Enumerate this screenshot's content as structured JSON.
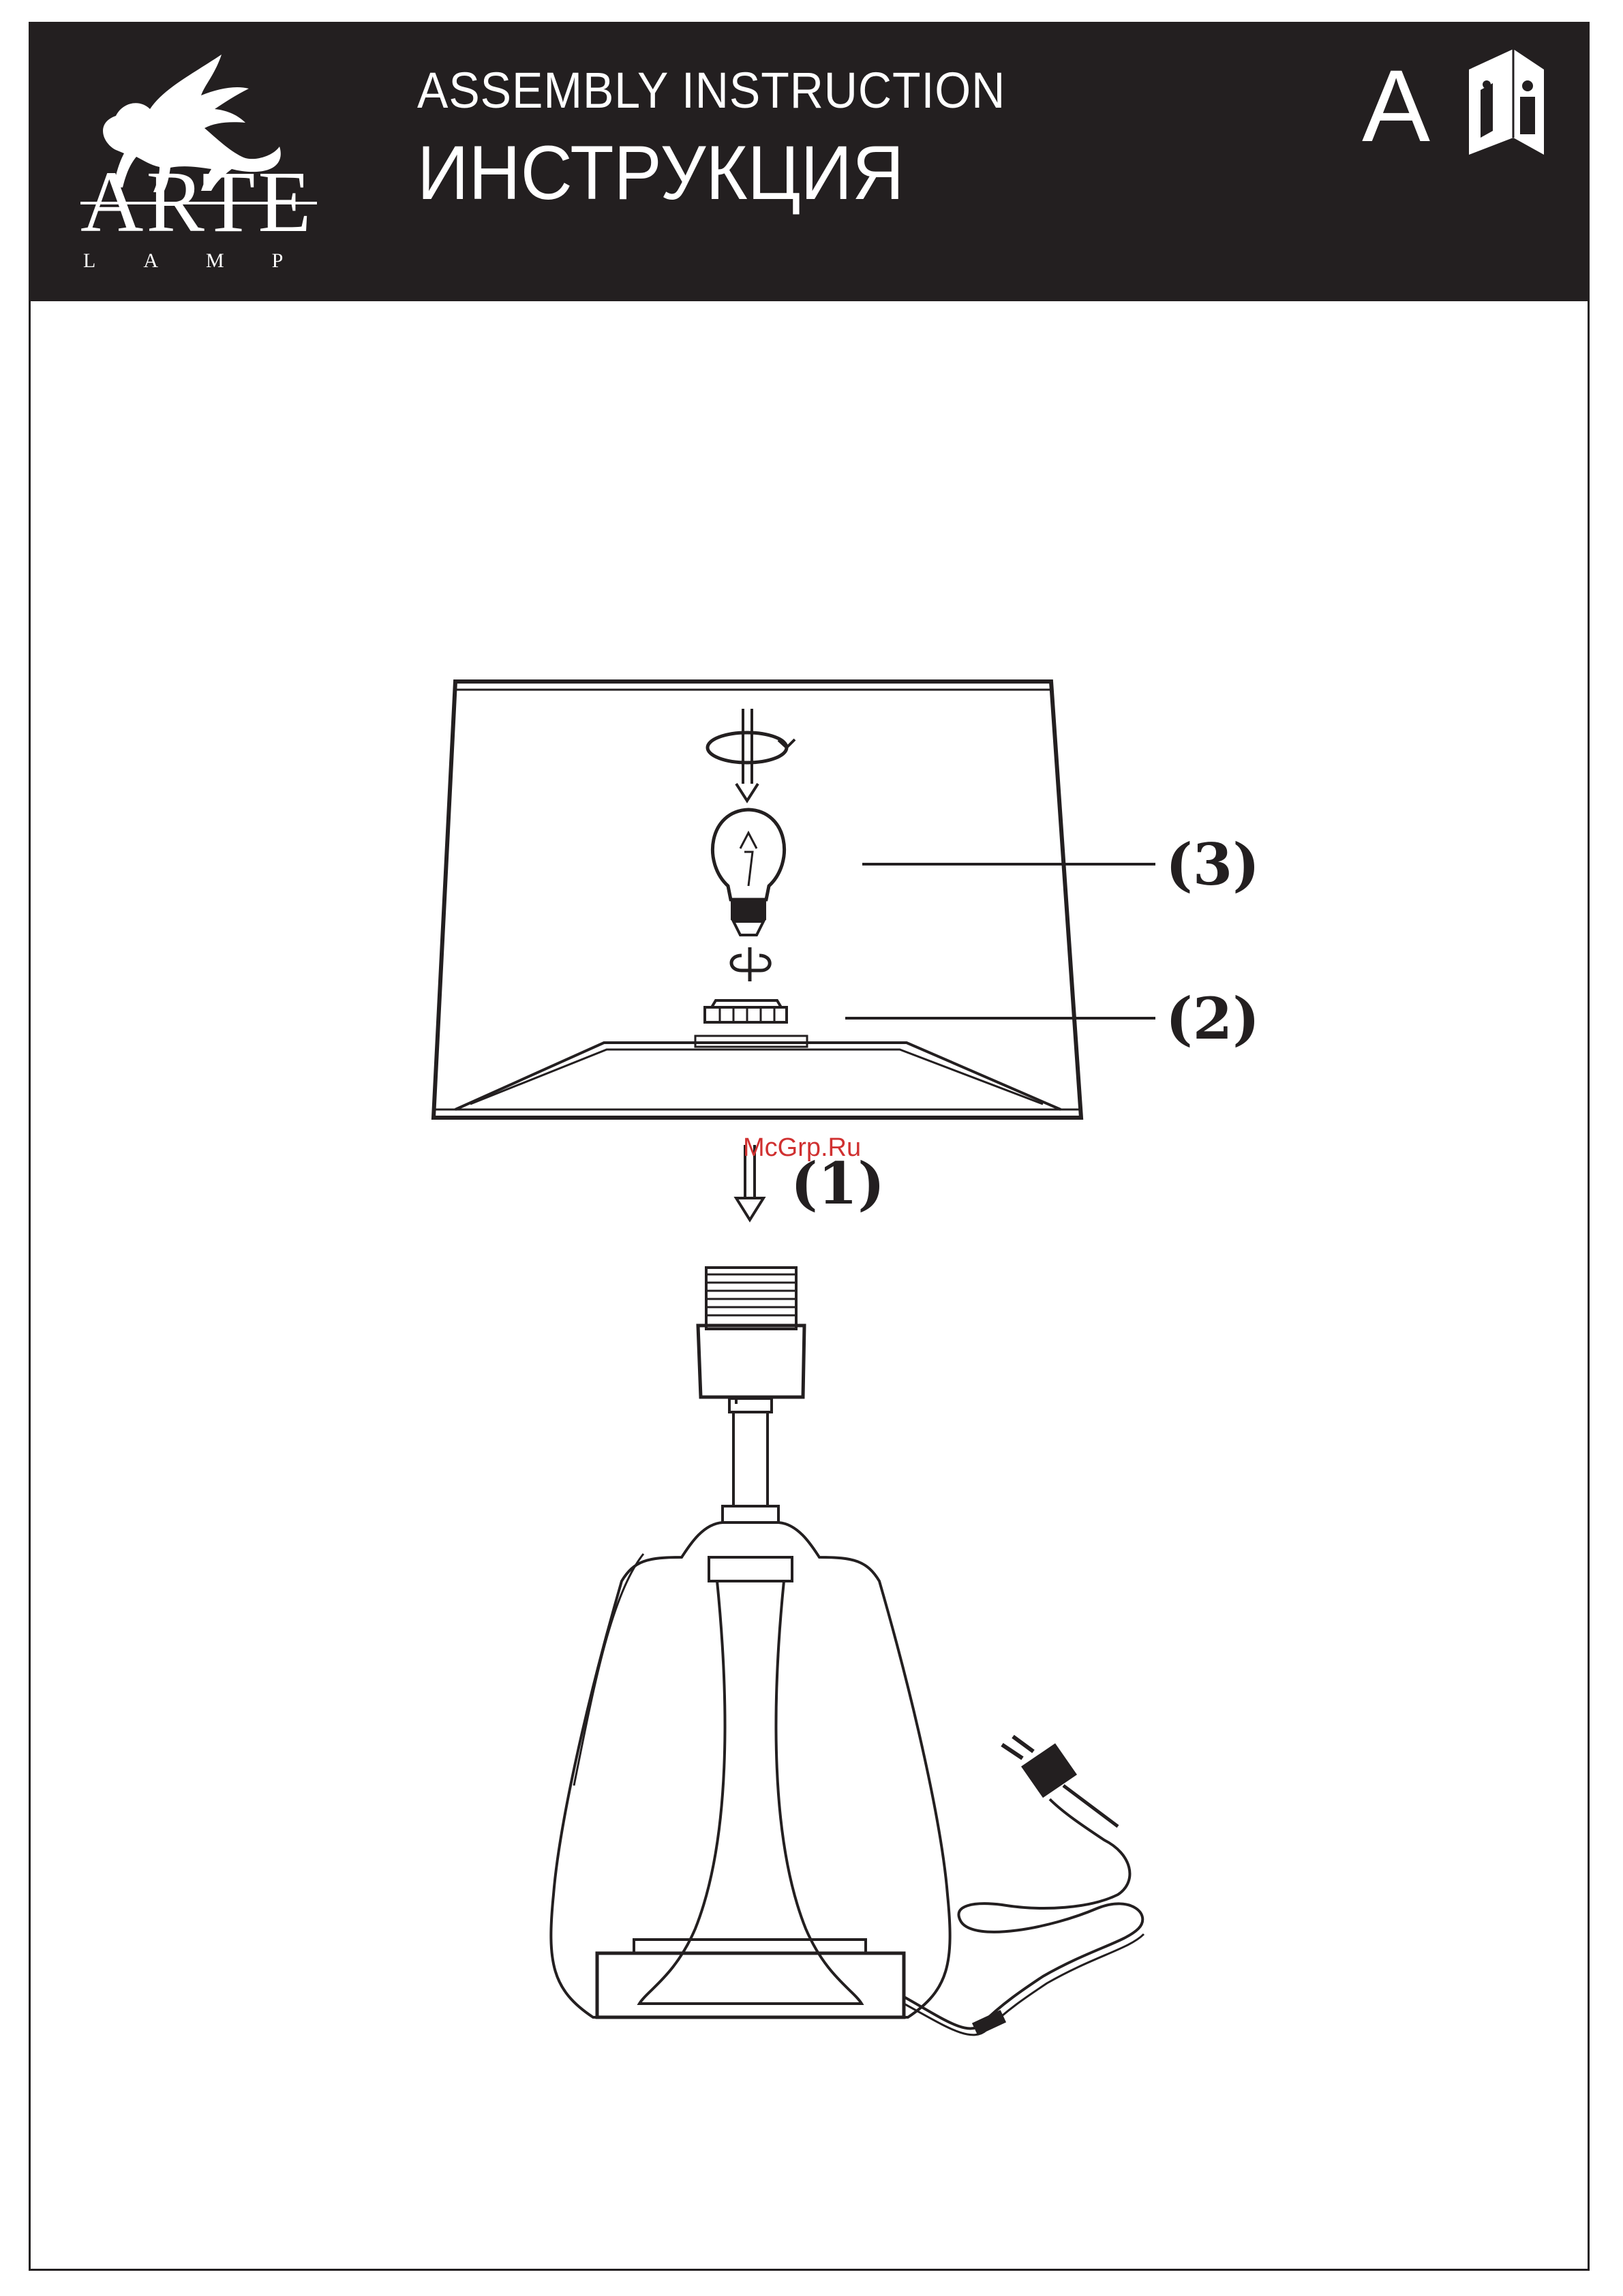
{
  "header": {
    "brand": "ARTE",
    "brand_sub": "LAMP",
    "title_en": "ASSEMBLY INSTRUCTION",
    "title_ru": "ИНСТРУКЦИЯ",
    "doc_letter": "A"
  },
  "diagram": {
    "callouts": [
      "(1)",
      "(2)",
      "(3)"
    ],
    "watermark": "McGrp.Ru"
  },
  "colors": {
    "header_bg": "#231f20",
    "line": "#231f20",
    "watermark": "#d03030"
  },
  "icons": [
    "griffin-logo-icon",
    "manual-book-icon",
    "rotate-arrow-icon",
    "light-bulb-icon",
    "socket-ring-icon",
    "plug-icon"
  ]
}
